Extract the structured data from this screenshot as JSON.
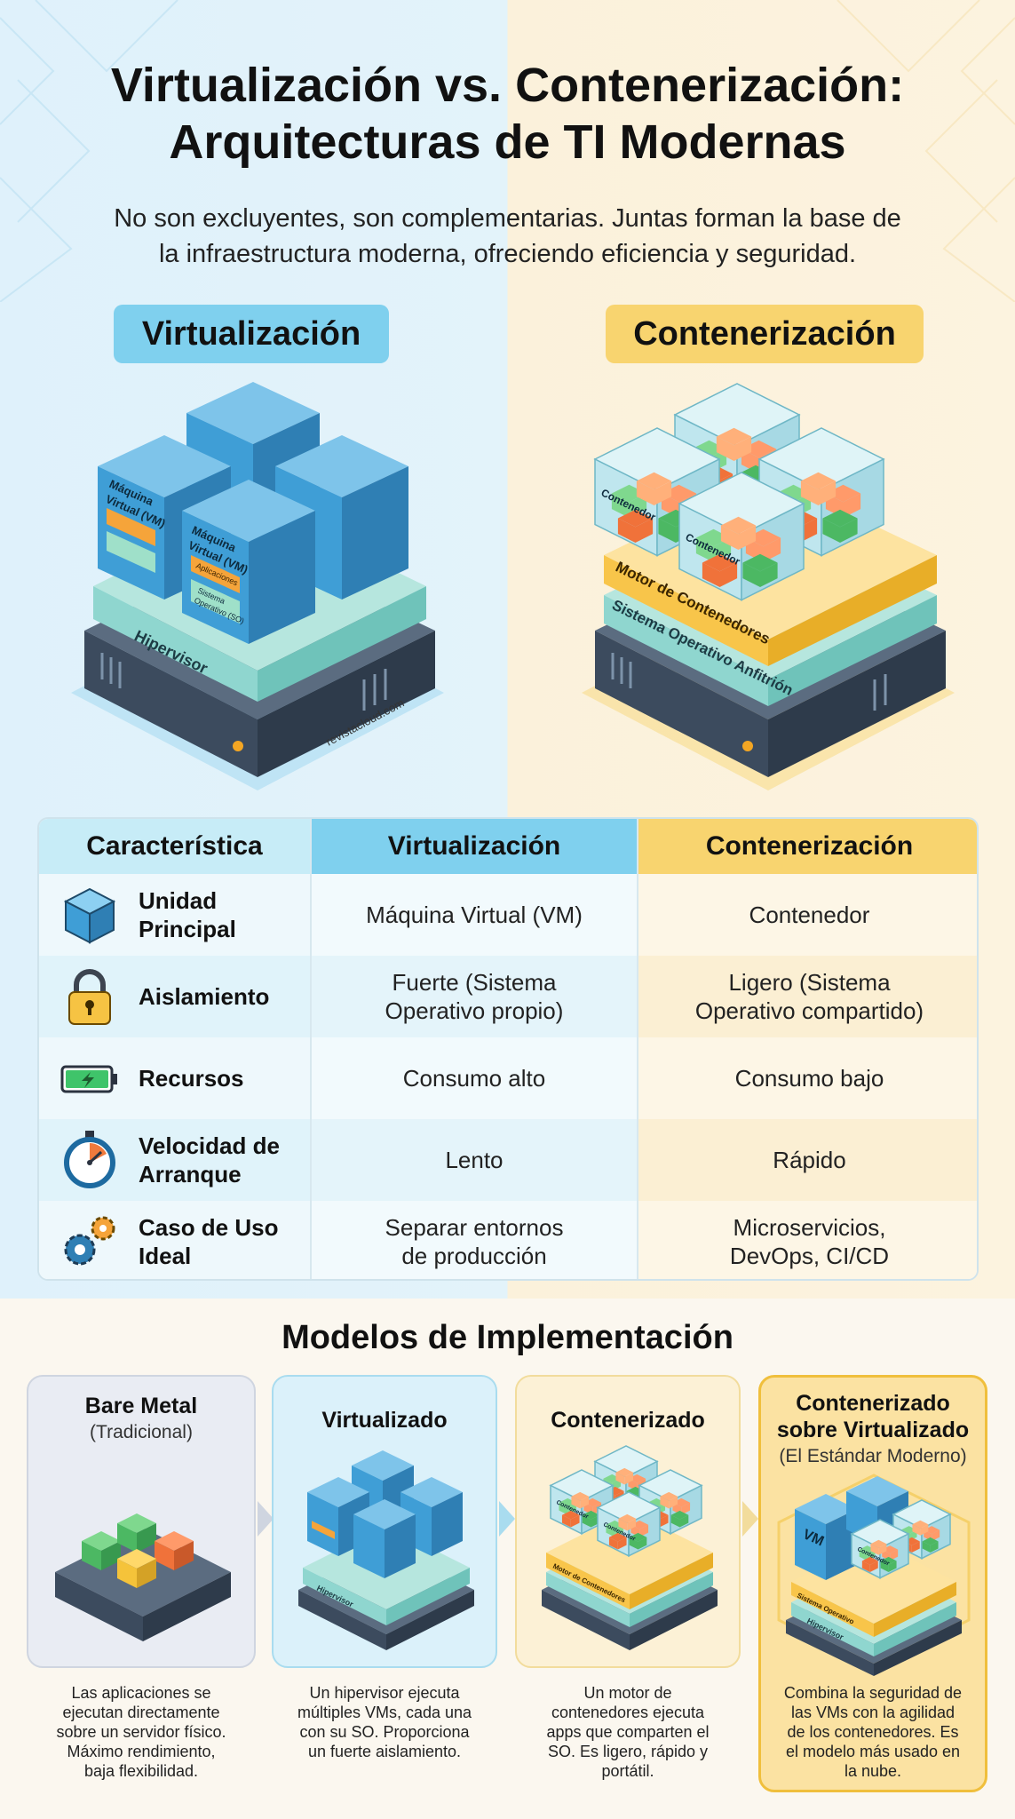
{
  "header": {
    "title_line1": "Virtualización vs. Contenerización:",
    "title_line2": "Arquitecturas de TI Modernas",
    "subtitle_line1": "No son excluyentes, son complementarias. Juntas forman la base de",
    "subtitle_line2": "la infraestructura moderna, ofreciendo eficiencia y seguridad."
  },
  "sections": {
    "virtualization_label": "Virtualización",
    "containerization_label": "Contenerización"
  },
  "diagram_v": {
    "vm_label_1": "Máquina",
    "vm_label_2": "Virtual (VM)",
    "apps_label": "Aplicaciones",
    "os_label_1": "Sistema",
    "os_label_2": "Operativo (SO)",
    "hypervisor_label": "Hipervisor",
    "watermark": "revistacloud.com"
  },
  "diagram_c": {
    "container_label": "Contenedor",
    "engine_label": "Motor de Contenedores",
    "host_os_label": "Sistema Operativo Anfitrión"
  },
  "table": {
    "headers": [
      "Característica",
      "Virtualización",
      "Contenerización"
    ],
    "rows": [
      {
        "icon": "cube-icon",
        "feature_1": "Unidad",
        "feature_2": "Principal",
        "v_1": "Máquina Virtual (VM)",
        "v_2": "",
        "c_1": "Contenedor",
        "c_2": ""
      },
      {
        "icon": "lock-icon",
        "feature_1": "Aislamiento",
        "feature_2": "",
        "v_1": "Fuerte (Sistema",
        "v_2": "Operativo propio)",
        "c_1": "Ligero (Sistema",
        "c_2": "Operativo compartido)"
      },
      {
        "icon": "battery-icon",
        "feature_1": "Recursos",
        "feature_2": "",
        "v_1": "Consumo alto",
        "v_2": "",
        "c_1": "Consumo bajo",
        "c_2": ""
      },
      {
        "icon": "stopwatch-icon",
        "feature_1": "Velocidad de",
        "feature_2": "Arranque",
        "v_1": "Lento",
        "v_2": "",
        "c_1": "Rápido",
        "c_2": ""
      },
      {
        "icon": "gears-icon",
        "feature_1": "Caso de Uso",
        "feature_2": "Ideal",
        "v_1": "Separar entornos",
        "v_2": "de producción",
        "c_1": "Microservicios,",
        "c_2": "DevOps, CI/CD"
      }
    ]
  },
  "models": {
    "title": "Modelos de Implementación",
    "cards": [
      {
        "title": "Bare Metal",
        "subtitle": "(Tradicional)",
        "desc": [
          "Las aplicaciones se",
          "ejecutan directamente",
          "sobre un servidor físico.",
          "Máximo rendimiento,",
          "baja flexibilidad."
        ]
      },
      {
        "title": "Virtualizado",
        "subtitle": "",
        "desc": [
          "Un hipervisor ejecuta",
          "múltiples VMs, cada una",
          "con su SO. Proporciona",
          "un fuerte aislamiento."
        ]
      },
      {
        "title": "Contenerizado",
        "subtitle": "",
        "desc": [
          "Un motor de",
          "contenedores ejecuta",
          "apps que comparten el",
          "SO. Es ligero, rápido y",
          "portátil."
        ]
      },
      {
        "title_1": "Contenerizado",
        "title_2": "sobre Virtualizado",
        "subtitle": "(El Estándar Moderno)",
        "desc": [
          "Combina la seguridad de",
          "las VMs con la agilidad",
          "de los contenedores. Es",
          "el modelo más usado en",
          "la nube."
        ]
      }
    ],
    "mini_vm_label": "VM",
    "mini_hypervisor": "Hipervisor",
    "mini_engine": "Motor de Contenedores",
    "mini_os": "Sistema Operativo",
    "mini_container": "Contenedor"
  },
  "colors": {
    "virtualization_accent": "#7fd0ee",
    "containerization_accent": "#f8d46f",
    "vm_blue": "#3f9ed6",
    "hypervisor_teal": "#8fd6cf",
    "server_dark": "#3c4b5e"
  }
}
